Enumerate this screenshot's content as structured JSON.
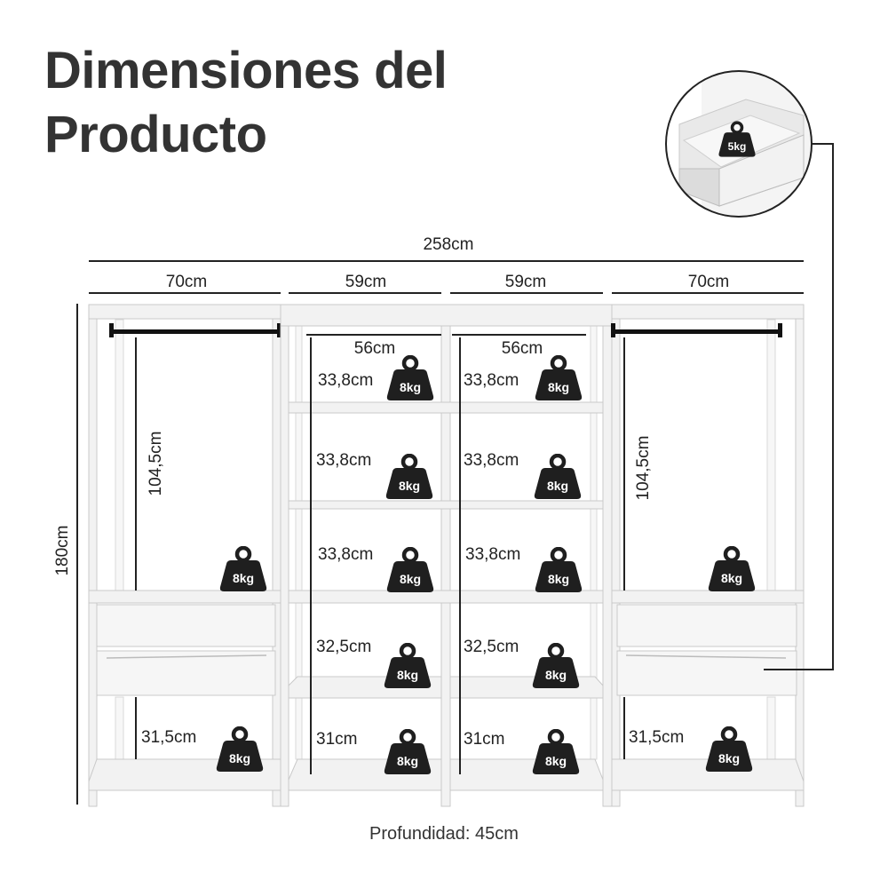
{
  "title": {
    "line1": "Dimensiones del",
    "line2": "Producto"
  },
  "overall_width": "258cm",
  "overall_height": "180cm",
  "depth": "Profundidad: 45cm",
  "module_widths": [
    "70cm",
    "59cm",
    "59cm",
    "70cm"
  ],
  "inner_widths": [
    "56cm",
    "56cm"
  ],
  "hanging_heights": [
    "104,5cm",
    "104,5cm"
  ],
  "left_module": {
    "bottom_height": "31,5cm",
    "hang_weight": "8kg",
    "bottom_weight": "8kg"
  },
  "right_module": {
    "bottom_height": "31,5cm",
    "hang_weight": "8kg",
    "bottom_weight": "8kg"
  },
  "center_left": {
    "heights": [
      "33,8cm",
      "33,8cm",
      "33,8cm",
      "32,5cm",
      "31cm"
    ],
    "weights": [
      "8kg",
      "8kg",
      "8kg",
      "8kg",
      "8kg"
    ]
  },
  "center_right": {
    "heights": [
      "33,8cm",
      "33,8cm",
      "33,8cm",
      "32,5cm",
      "31cm"
    ],
    "weights": [
      "8kg",
      "8kg",
      "8kg",
      "8kg",
      "8kg"
    ]
  },
  "drawer_weight": "5kg",
  "colors": {
    "frame": "#f2f2f2",
    "edge": "#c9c9c9",
    "rod": "#111111",
    "weight": "#1f1f1f",
    "title": "#333333"
  }
}
